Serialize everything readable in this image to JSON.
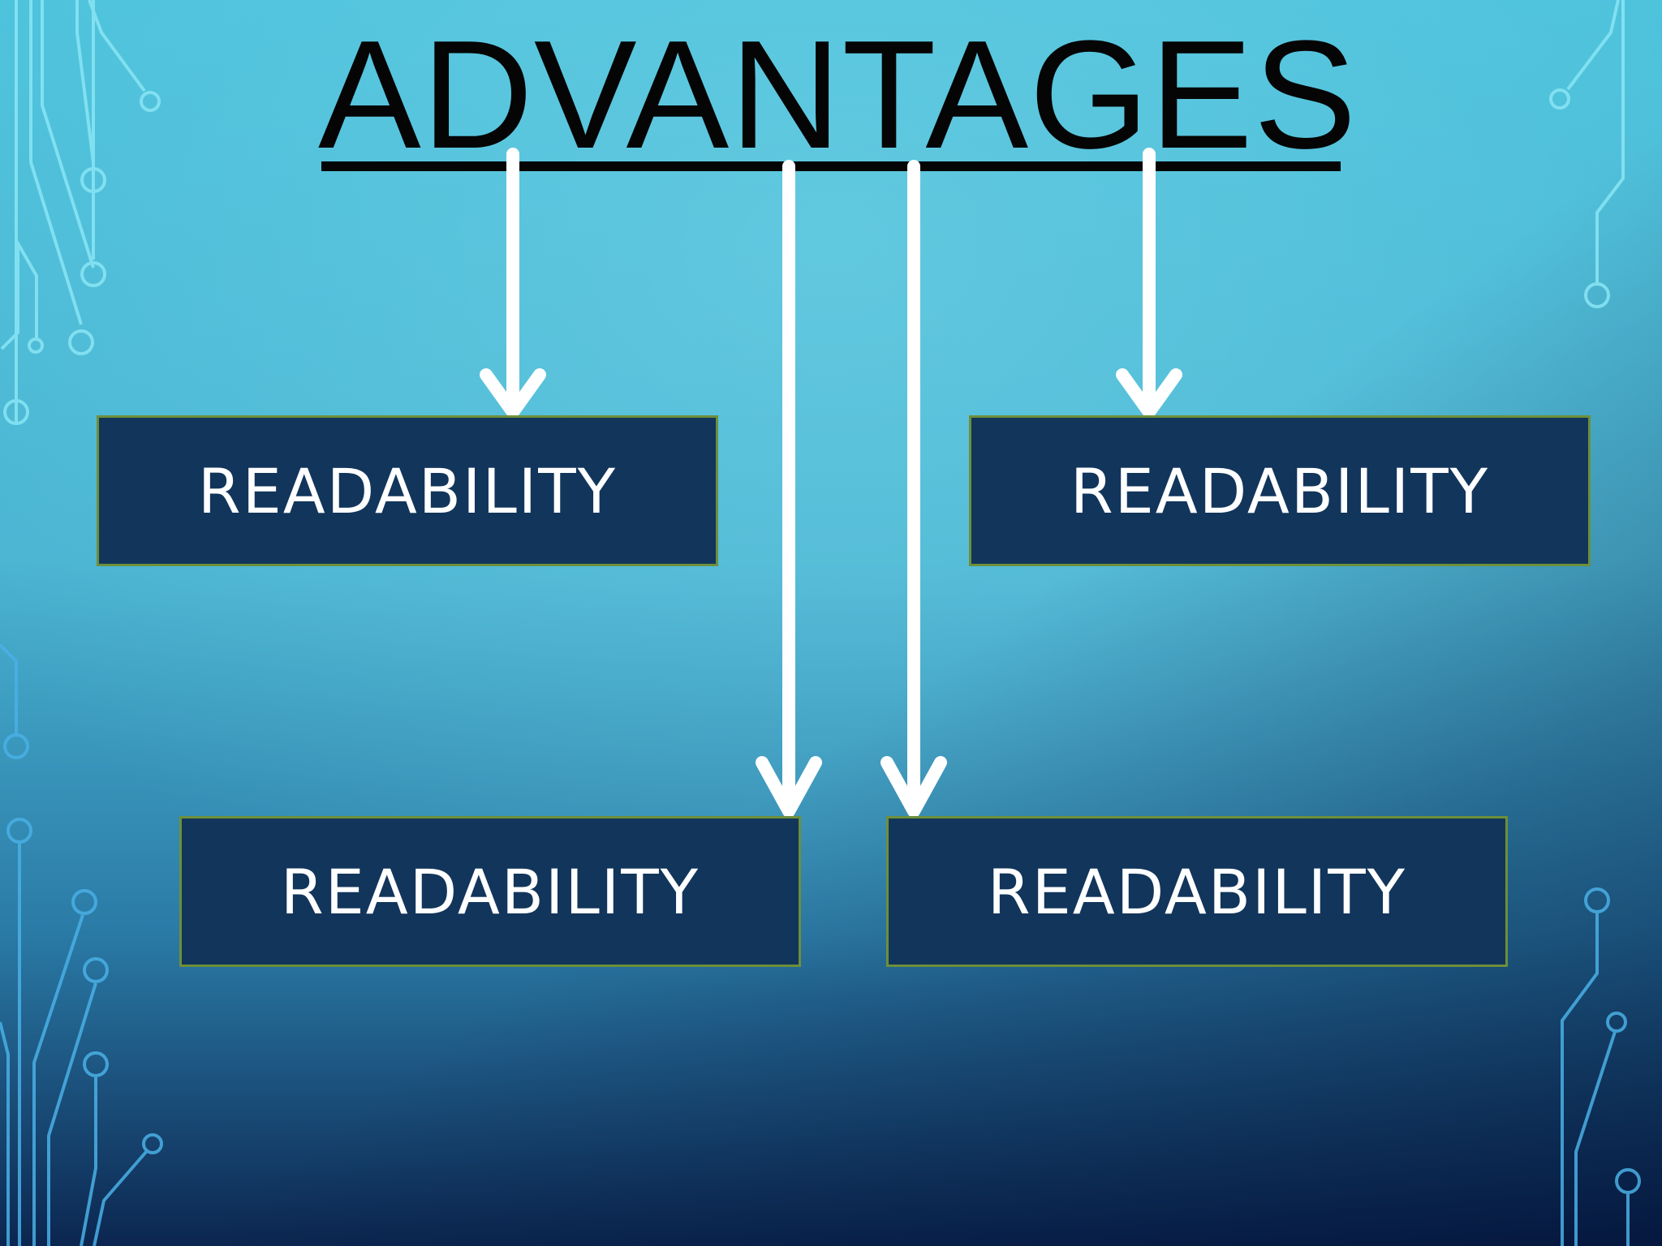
{
  "slide": {
    "title": "ADVANTAGES",
    "boxes": [
      {
        "label": "READABILITY"
      },
      {
        "label": "READABILITY"
      },
      {
        "label": "READABILITY"
      },
      {
        "label": "READABILITY"
      }
    ]
  },
  "colors": {
    "background_top": "#5cc8de",
    "background_bottom": "#0b2a52",
    "box_fill": "#12355b",
    "box_border": "#6d8f3a",
    "arrow": "#ffffff",
    "title": "#050505",
    "circuit": "#7fe3f2"
  }
}
